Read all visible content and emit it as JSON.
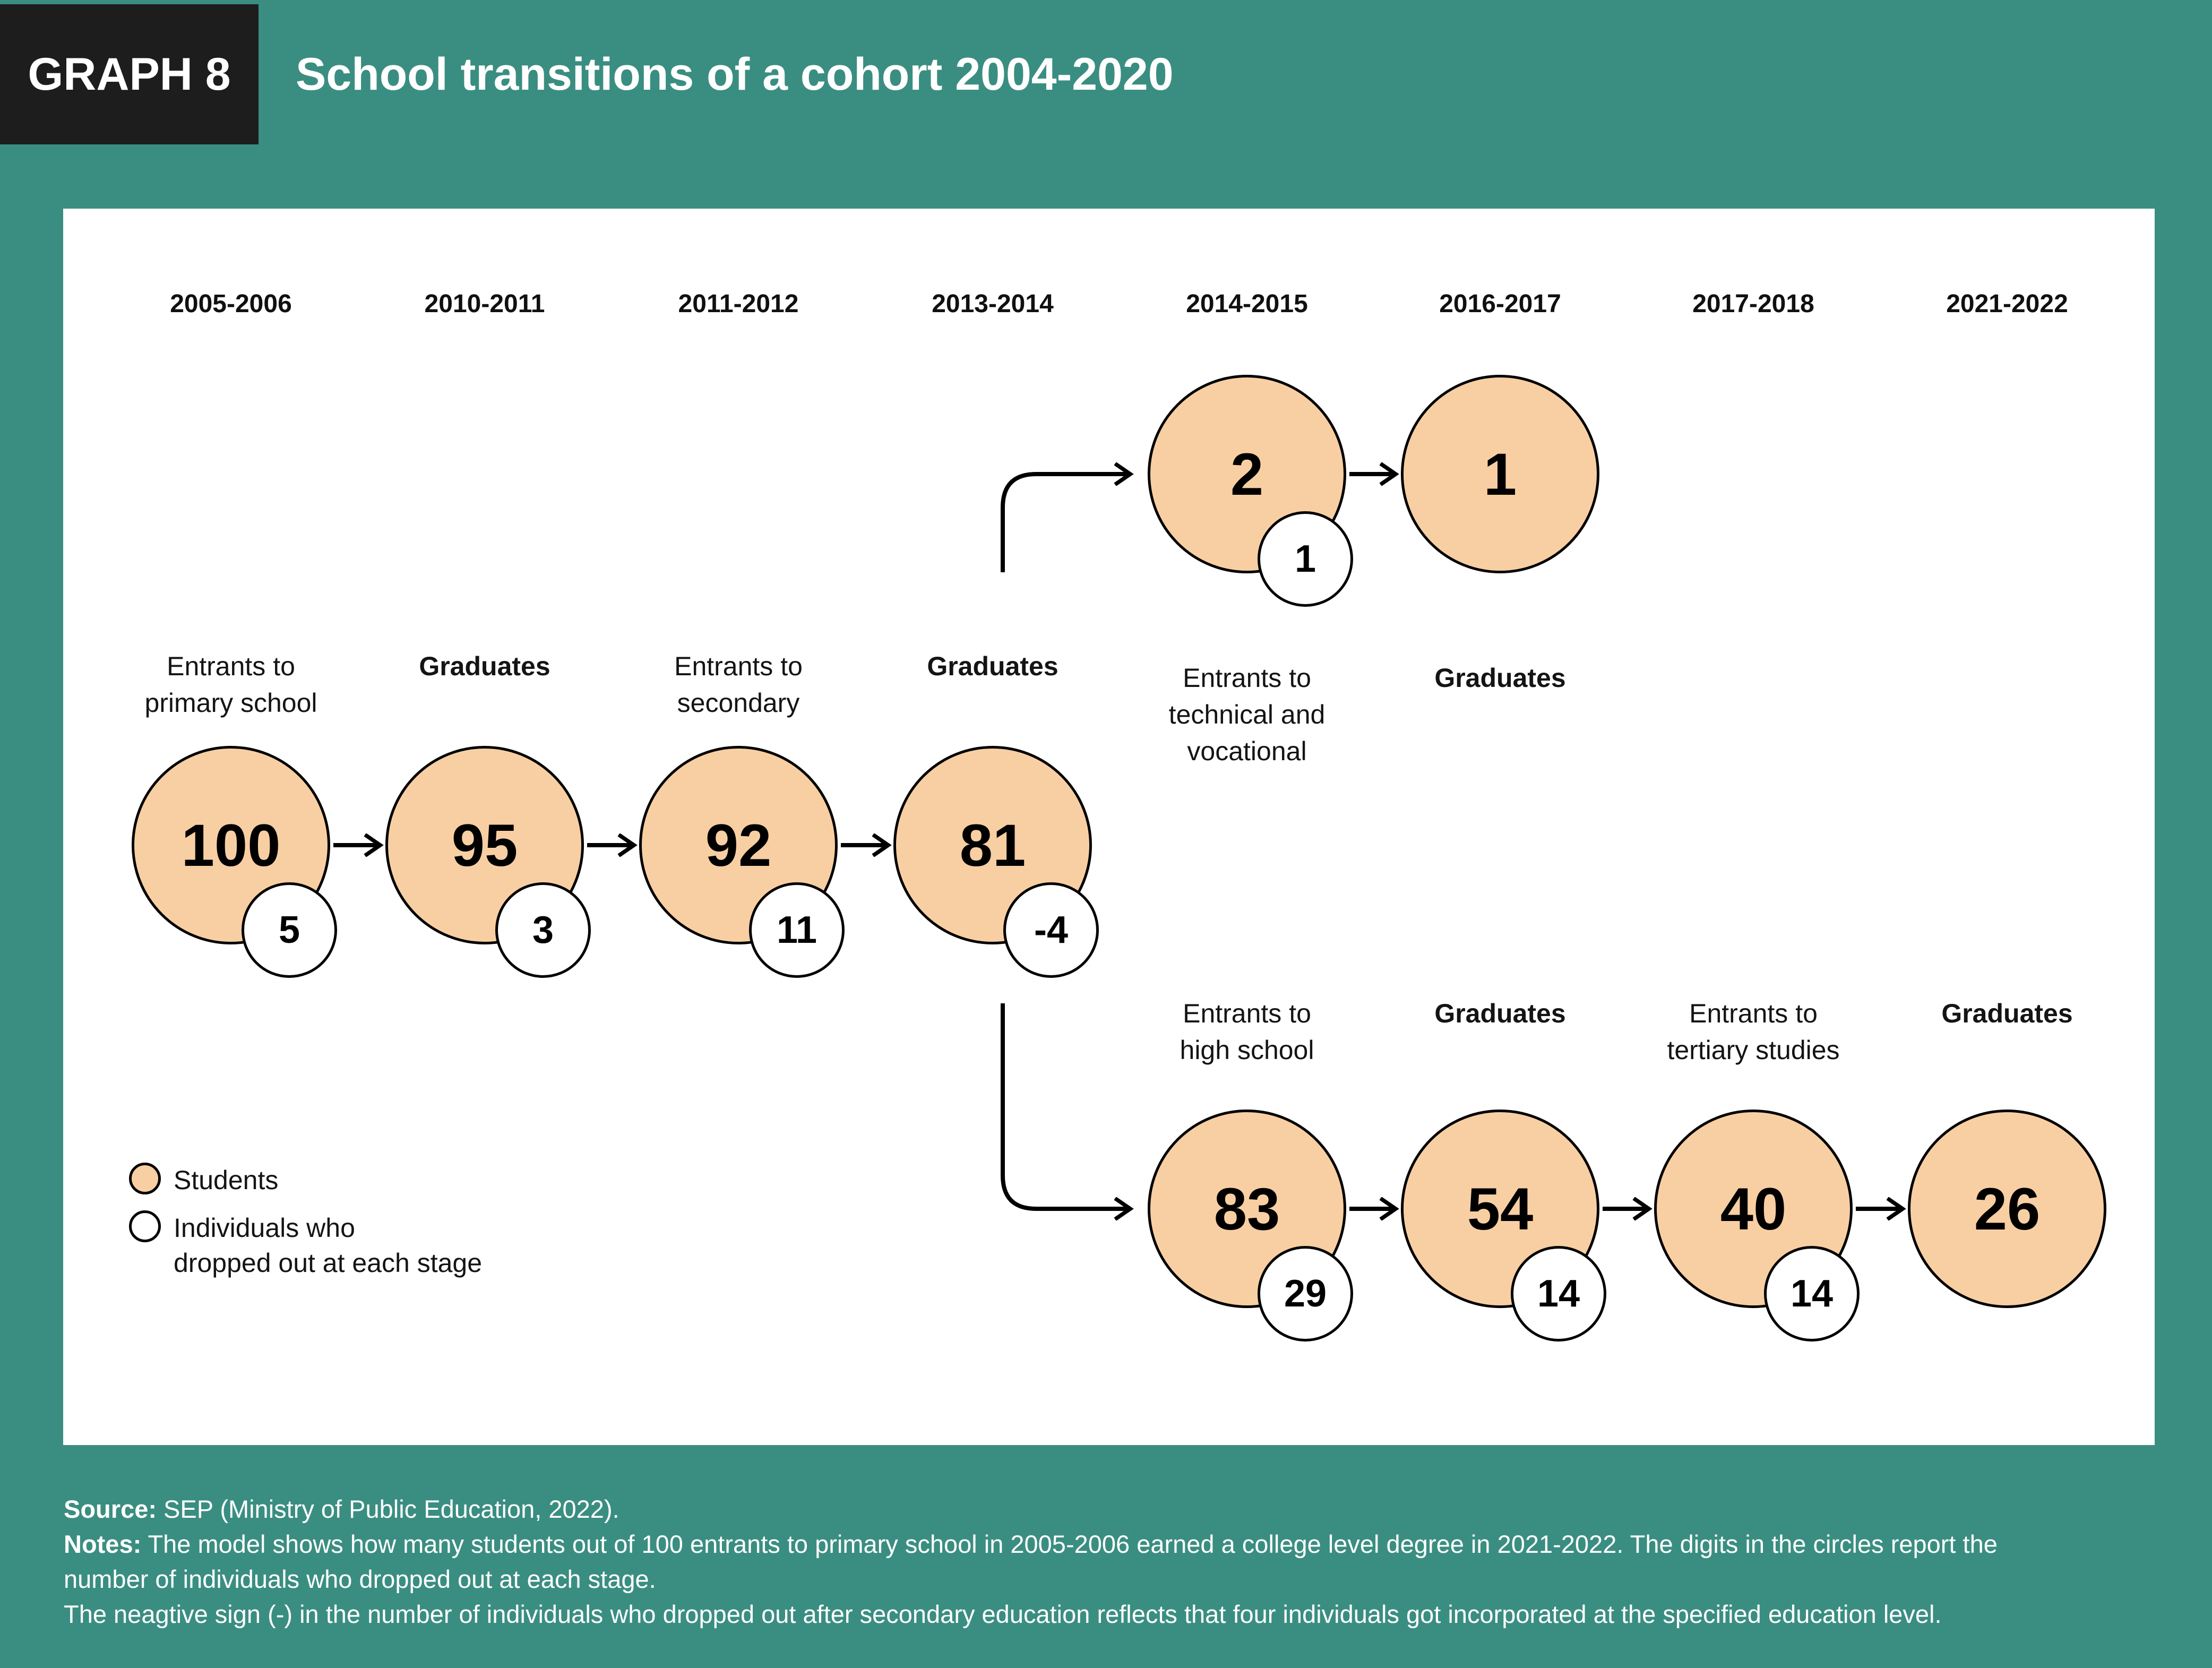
{
  "header": {
    "tag": "GRAPH 8",
    "title": "School transitions of a cohort 2004-2020"
  },
  "colors": {
    "background_teal": "#3A8E81",
    "tag_box_dark": "#1E1D1D",
    "student_circle_peach": "#F8CFA3",
    "dropout_circle_white": "#FFFFFF",
    "line_black": "#000000"
  },
  "years": [
    "2005-2006",
    "2010-2011",
    "2011-2012",
    "2013-2014",
    "2014-2015",
    "2016-2017",
    "2017-2018",
    "2021-2022"
  ],
  "labels": {
    "main": [
      {
        "l1": "Entrants to",
        "l2": "primary school"
      },
      {
        "l1": "Graduates",
        "l2": ""
      },
      {
        "l1": "Entrants to",
        "l2": "secondary"
      },
      {
        "l1": "Graduates",
        "l2": ""
      }
    ],
    "upper": [
      {
        "l1": "Entrants to",
        "l2": "technical and",
        "l3": "vocational"
      },
      {
        "l1": "Graduates",
        "l2": ""
      }
    ],
    "lower": [
      {
        "l1": "Entrants to",
        "l2": "high school"
      },
      {
        "l1": "Graduates",
        "l2": ""
      },
      {
        "l1": "Entrants to",
        "l2": "tertiary studies"
      },
      {
        "l1": "Graduates",
        "l2": ""
      }
    ]
  },
  "nodes": {
    "main": [
      {
        "value": "100",
        "dropout": "5"
      },
      {
        "value": "95",
        "dropout": "3"
      },
      {
        "value": "92",
        "dropout": "11"
      },
      {
        "value": "81",
        "dropout": "-4"
      }
    ],
    "upper": [
      {
        "value": "2",
        "dropout": "1"
      },
      {
        "value": "1"
      }
    ],
    "lower": [
      {
        "value": "83",
        "dropout": "29"
      },
      {
        "value": "54",
        "dropout": "14"
      },
      {
        "value": "40",
        "dropout": "14"
      },
      {
        "value": "26"
      }
    ]
  },
  "legend": {
    "students": "Students",
    "dropouts_line1": "Individuals who",
    "dropouts_line2": "dropped out at each stage"
  },
  "footer": {
    "lines": [
      {
        "bold": "Source:",
        "rest": " SEP (Ministry of Public Education, 2022)."
      },
      {
        "bold": "Notes:",
        "rest": " The model shows how many students out of 100 entrants to primary school in 2005-2006 earned a college level degree in 2021-2022. The digits in the circles report the"
      },
      {
        "bold": "",
        "rest": "number of individuals who dropped out at each stage."
      },
      {
        "bold": "",
        "rest": "The neagtive sign (-) in the number of individuals who dropped out after secondary education reflects that four individuals got incorporated at the specified education level."
      }
    ]
  }
}
